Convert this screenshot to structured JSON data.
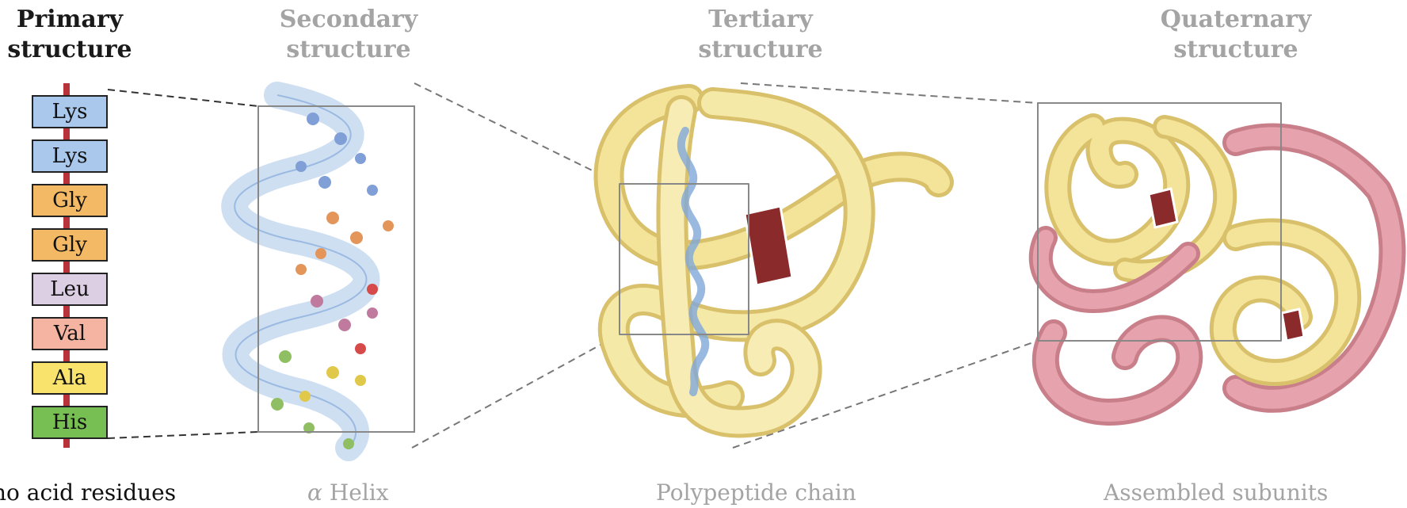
{
  "headings": {
    "primary": {
      "line1": "Primary",
      "line2": "structure"
    },
    "secondary": {
      "line1": "Secondary",
      "line2": "structure"
    },
    "tertiary": {
      "line1": "Tertiary",
      "line2": "structure"
    },
    "quaternary": {
      "line1": "Quaternary",
      "line2": "structure"
    }
  },
  "residues": [
    {
      "label": "Lys",
      "color": "#a9c8ec"
    },
    {
      "label": "Lys",
      "color": "#a9c8ec"
    },
    {
      "label": "Gly",
      "color": "#f4b964"
    },
    {
      "label": "Gly",
      "color": "#f4b964"
    },
    {
      "label": "Leu",
      "color": "#dccfe4"
    },
    {
      "label": "Val",
      "color": "#f5b4a2"
    },
    {
      "label": "Ala",
      "color": "#fae36c"
    },
    {
      "label": "His",
      "color": "#77bf52"
    }
  ],
  "captions": {
    "primary": "no acid residues",
    "secondary_symbol": "α",
    "secondary_text": "Helix",
    "tertiary": "Polypeptide chain",
    "quaternary": "Assembled subunits"
  },
  "colors": {
    "strand": "#b8323a",
    "helix_ribbon": "#bcd3ee",
    "polypeptide": "#f3e49a",
    "subunit_pink": "#e7a3ad",
    "heme": "#8b2a2a"
  }
}
